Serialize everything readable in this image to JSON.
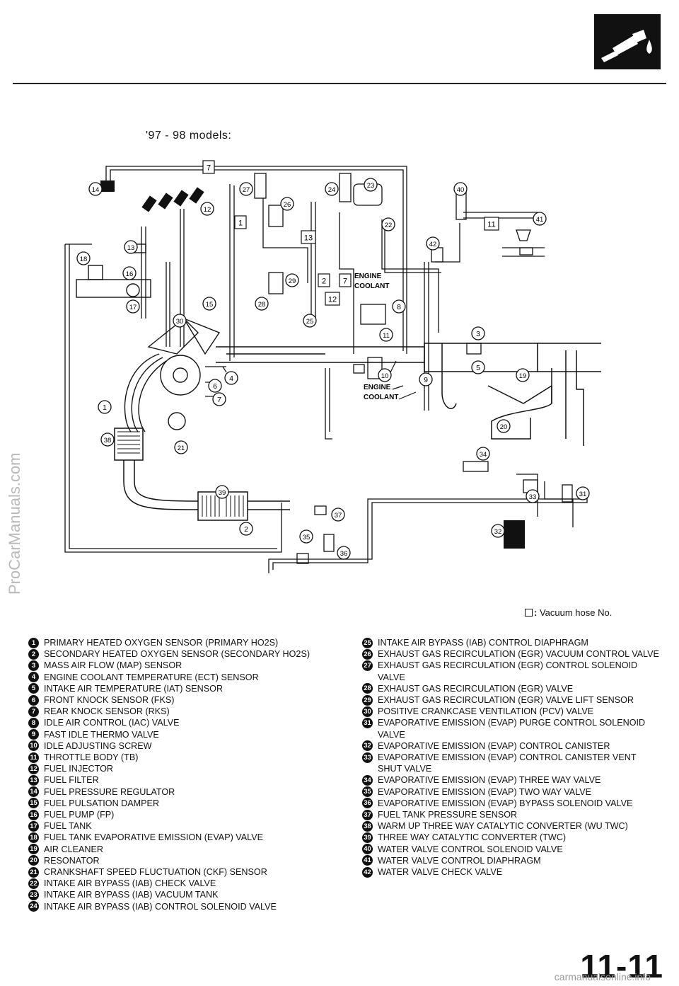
{
  "header": {
    "section_icon": "fuel-nozzle-icon"
  },
  "heading": "'97 - 98 models:",
  "diagram": {
    "hose_labels": [
      "7",
      "1",
      "13",
      "2",
      "7",
      "12",
      "11"
    ],
    "callouts": [
      "14",
      "12",
      "13",
      "18",
      "16",
      "17",
      "15",
      "30",
      "27",
      "26",
      "24",
      "23",
      "22",
      "40",
      "41",
      "42",
      "29",
      "28",
      "25",
      "8",
      "11",
      "3",
      "5",
      "4",
      "6",
      "7",
      "1",
      "38",
      "21",
      "10",
      "9",
      "19",
      "20",
      "34",
      "31",
      "33",
      "32",
      "39",
      "2",
      "37",
      "35",
      "36"
    ],
    "coolant_label_1": "ENGINE COOLANT",
    "coolant_label_2": "ENGINE COOLANT"
  },
  "legend_note": "Vacuum hose No.",
  "components_left": [
    {
      "no": "1",
      "text": "PRIMARY HEATED OXYGEN SENSOR (PRIMARY HO2S)"
    },
    {
      "no": "2",
      "text": "SECONDARY HEATED OXYGEN SENSOR (SECONDARY HO2S)"
    },
    {
      "no": "3",
      "text": "MASS AIR FLOW (MAP) SENSOR"
    },
    {
      "no": "4",
      "text": "ENGINE COOLANT TEMPERATURE (ECT) SENSOR"
    },
    {
      "no": "5",
      "text": "INTAKE AIR TEMPERATURE (IAT) SENSOR"
    },
    {
      "no": "6",
      "text": "FRONT KNOCK SENSOR (FKS)"
    },
    {
      "no": "7",
      "text": "REAR KNOCK SENSOR (RKS)"
    },
    {
      "no": "8",
      "text": "IDLE AIR CONTROL (IAC) VALVE"
    },
    {
      "no": "9",
      "text": "FAST IDLE THERMO VALVE"
    },
    {
      "no": "10",
      "text": "IDLE ADJUSTING SCREW"
    },
    {
      "no": "11",
      "text": "THROTTLE BODY (TB)"
    },
    {
      "no": "12",
      "text": "FUEL INJECTOR"
    },
    {
      "no": "13",
      "text": "FUEL FILTER"
    },
    {
      "no": "14",
      "text": "FUEL PRESSURE REGULATOR"
    },
    {
      "no": "15",
      "text": "FUEL PULSATION DAMPER"
    },
    {
      "no": "16",
      "text": "FUEL PUMP (FP)"
    },
    {
      "no": "17",
      "text": "FUEL TANK"
    },
    {
      "no": "18",
      "text": "FUEL TANK EVAPORATIVE EMISSION (EVAP) VALVE"
    },
    {
      "no": "19",
      "text": "AIR CLEANER"
    },
    {
      "no": "20",
      "text": "RESONATOR"
    },
    {
      "no": "21",
      "text": "CRANKSHAFT SPEED FLUCTUATION (CKF) SENSOR"
    },
    {
      "no": "22",
      "text": "INTAKE AIR BYPASS (IAB) CHECK VALVE"
    },
    {
      "no": "23",
      "text": "INTAKE AIR BYPASS (IAB) VACUUM TANK"
    },
    {
      "no": "24",
      "text": "INTAKE AIR BYPASS (IAB) CONTROL SOLENOID VALVE"
    }
  ],
  "components_right": [
    {
      "no": "25",
      "text": "INTAKE AIR BYPASS (IAB) CONTROL DIAPHRAGM"
    },
    {
      "no": "26",
      "text": "EXHAUST GAS RECIRCULATION (EGR) VACUUM CONTROL VALVE"
    },
    {
      "no": "27",
      "text": "EXHAUST GAS RECIRCULATION (EGR) CONTROL SOLENOID VALVE"
    },
    {
      "no": "28",
      "text": "EXHAUST GAS RECIRCULATION (EGR) VALVE"
    },
    {
      "no": "29",
      "text": "EXHAUST GAS RECIRCULATION (EGR) VALVE LIFT SENSOR"
    },
    {
      "no": "30",
      "text": "POSITIVE CRANKCASE VENTILATION (PCV) VALVE"
    },
    {
      "no": "31",
      "text": "EVAPORATIVE EMISSION (EVAP) PURGE CONTROL SOLENOID VALVE"
    },
    {
      "no": "32",
      "text": "EVAPORATIVE EMISSION (EVAP) CONTROL CANISTER"
    },
    {
      "no": "33",
      "text": "EVAPORATIVE EMISSION (EVAP) CONTROL CANISTER VENT SHUT VALVE"
    },
    {
      "no": "34",
      "text": "EVAPORATIVE EMISSION (EVAP) THREE WAY VALVE"
    },
    {
      "no": "35",
      "text": "EVAPORATIVE EMISSION (EVAP) TWO WAY VALVE"
    },
    {
      "no": "36",
      "text": "EVAPORATIVE EMISSION (EVAP) BYPASS SOLENOID VALVE"
    },
    {
      "no": "37",
      "text": "FUEL TANK PRESSURE SENSOR"
    },
    {
      "no": "38",
      "text": "WARM UP THREE WAY CATALYTIC CONVERTER (WU TWC)"
    },
    {
      "no": "39",
      "text": "THREE WAY CATALYTIC CONVERTER (TWC)"
    },
    {
      "no": "40",
      "text": "WATER VALVE CONTROL SOLENOID VALVE"
    },
    {
      "no": "41",
      "text": "WATER VALVE CONTROL DIAPHRAGM"
    },
    {
      "no": "42",
      "text": "WATER VALVE CHECK VALVE"
    }
  ],
  "page_number": "11-11",
  "watermarks": {
    "side": "ProCarManuals.com",
    "bottom": "carmanualsonline.info"
  }
}
